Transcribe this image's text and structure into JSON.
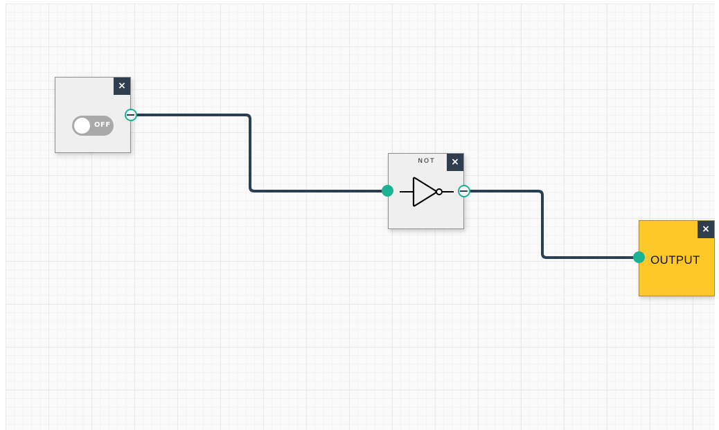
{
  "nodes": {
    "switch": {
      "state_label": "OFF",
      "close_symbol": "×"
    },
    "not_gate": {
      "label": "NOT",
      "close_symbol": "×",
      "icon": "not-gate-icon"
    },
    "output": {
      "label": "OUTPUT",
      "close_symbol": "×"
    }
  },
  "colors": {
    "wire": "#2b3f52",
    "port": "#1bb394",
    "close_button": "#2f3e4e",
    "output_active": "#ffc829"
  }
}
